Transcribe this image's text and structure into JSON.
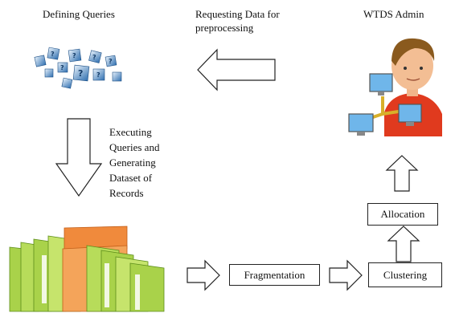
{
  "labels": {
    "defining_queries": "Defining Queries",
    "requesting_data": "Requesting Data for preprocessing",
    "wtds_admin": "WTDS Admin",
    "executing_queries": "Executing Queries and Generating Dataset of Records"
  },
  "steps": {
    "fragmentation": "Fragmentation",
    "clustering": "Clustering",
    "allocation": "Allocation"
  },
  "icons": {
    "queries": "question-cubes-icon",
    "admin": "admin-user-network-icon",
    "records": "folders-icon"
  }
}
